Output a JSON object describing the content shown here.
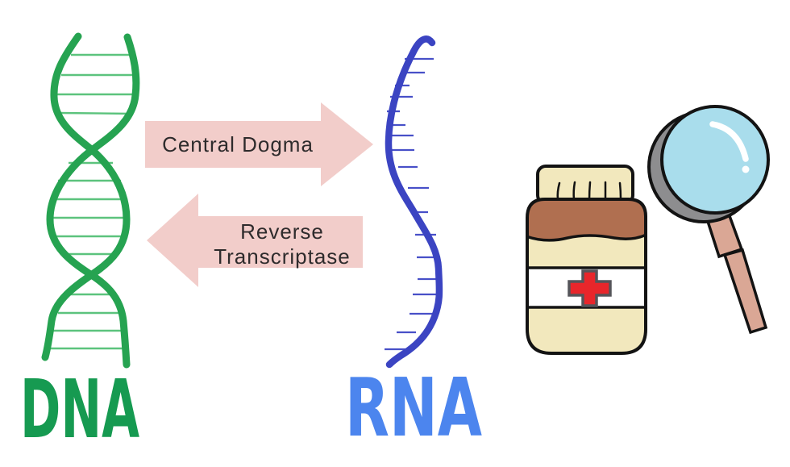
{
  "diagram": {
    "forward_arrow_label": "Central Dogma",
    "reverse_arrow_label_line1": "Reverse",
    "reverse_arrow_label_line2": "Transcriptase",
    "dna_label": "DNA",
    "rna_label": "RNA"
  },
  "illustrations": {
    "dna": "green hand-drawn DNA double helix",
    "rna": "blue hand-drawn RNA single strand with base stubs",
    "bottle": "medicine bottle with red cross label",
    "magnifier": "magnifying glass"
  },
  "colors": {
    "background": "#ffffff",
    "dna_strand": "#26a351",
    "dna_rung": "#5cc37d",
    "dna_label": "#169a51",
    "rna_strand": "#3b44c2",
    "rna_tick": "#4850c8",
    "rna_label": "#4c85ee",
    "arrow_pink": "#f2cdca",
    "arrow_text": "#2e2b2c",
    "bottle_cream": "#f2e8bd",
    "bottle_brown": "#b06f50",
    "bottle_label_white": "#ffffff",
    "cross_red": "#e8262b",
    "cross_outline": "#55555a",
    "outline": "#131313",
    "lens_blue": "#a9ddec",
    "rim_gray": "#8d8d8f",
    "handle_tan": "#daa795",
    "highlight_white": "#ffffff"
  }
}
